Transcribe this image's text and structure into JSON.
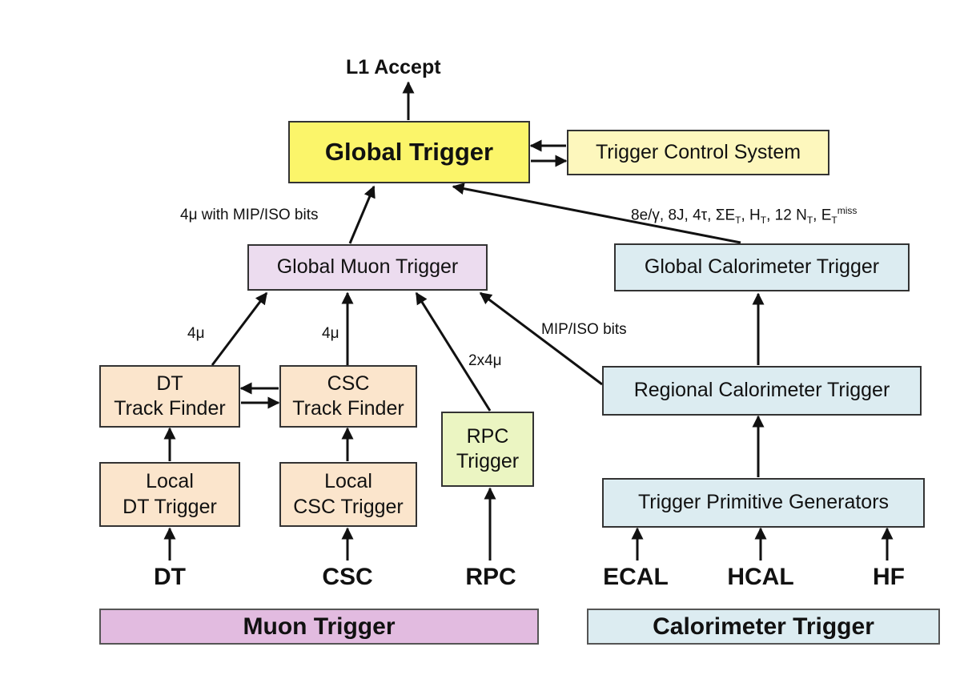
{
  "diagram": {
    "output_label": "L1 Accept",
    "boxes": {
      "global_trigger": "Global Trigger",
      "trigger_control_system": "Trigger Control System",
      "global_muon_trigger": "Global Muon Trigger",
      "global_calorimeter_trigger": "Global Calorimeter Trigger",
      "dt_track_finder": [
        "DT",
        "Track Finder"
      ],
      "csc_track_finder": [
        "CSC",
        "Track Finder"
      ],
      "rpc_trigger": [
        "RPC",
        "Trigger"
      ],
      "regional_calorimeter_trigger": "Regional Calorimeter Trigger",
      "local_dt_trigger": [
        "Local",
        "DT Trigger"
      ],
      "local_csc_trigger": [
        "Local",
        "CSC Trigger"
      ],
      "trigger_primitive_generators": "Trigger Primitive Generators"
    },
    "edge_labels": {
      "muon_to_global": "4μ with MIP/ISO bits",
      "dt_to_gmt": "4μ",
      "csc_to_gmt": "4μ",
      "rpc_to_gmt": "2x4μ",
      "rct_to_gmt": "MIP/ISO bits",
      "calo_to_global": {
        "prefix": "8e/γ, 8J, 4τ, ΣE",
        "sub_t1": "T",
        "h": ", H",
        "sub_t2": "T",
        "n": ", 12 N",
        "sub_t3": "T",
        "e": ", E",
        "sub_t4": "T",
        "sup_miss": "miss"
      }
    },
    "sources": [
      "DT",
      "CSC",
      "RPC",
      "ECAL",
      "HCAL",
      "HF"
    ],
    "bands": {
      "muon": "Muon Trigger",
      "calorimeter": "Calorimeter Trigger"
    },
    "colors": {
      "global_trigger": "#fbf56a",
      "trigger_control_system": "#fdf7bd",
      "global_muon_trigger": "#ecdcef",
      "calorimeter_boxes": "#dcecf1",
      "muon_subsystems": "#fbe5cc",
      "rpc_trigger": "#ebf5c2",
      "muon_band": "#e2bbe0",
      "calorimeter_band": "#dcecf1"
    }
  }
}
